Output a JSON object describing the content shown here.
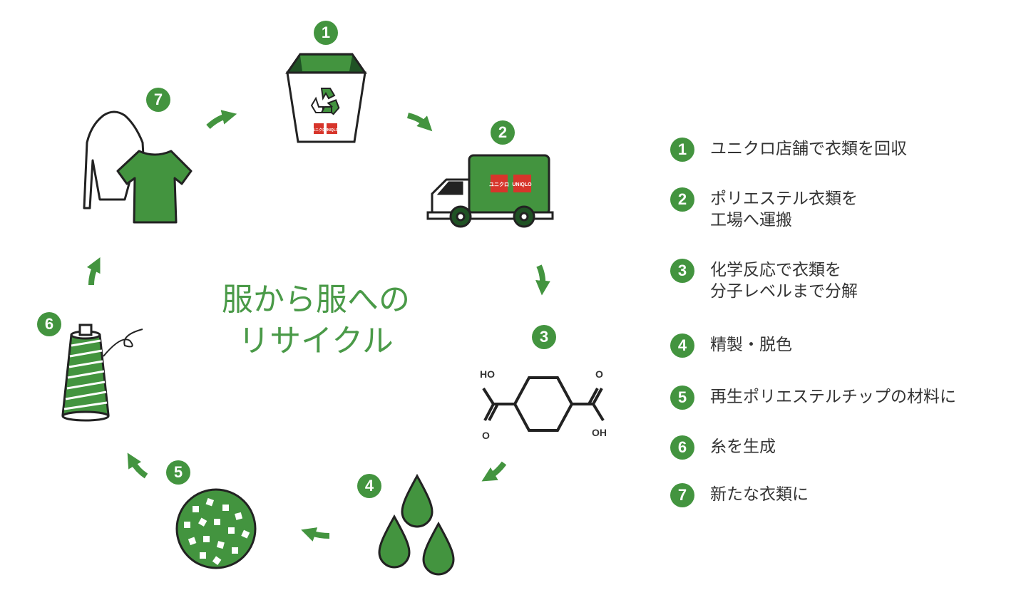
{
  "title": {
    "line1": "服から服への",
    "line2": "リサイクル"
  },
  "badges": [
    "1",
    "2",
    "3",
    "4",
    "5",
    "6",
    "7"
  ],
  "logo": {
    "jp": "ユニクロ",
    "en": "UNIQLO"
  },
  "molecule": {
    "ho": "HO",
    "o_top": "O",
    "o_bottom": "O",
    "oh": "OH"
  },
  "legend": [
    {
      "num": "1",
      "text": "ユニクロ店舗で衣類を回収"
    },
    {
      "num": "2",
      "text": "ポリエステル衣類を\n工場へ運搬"
    },
    {
      "num": "3",
      "text": "化学反応で衣類を\n分子レベルまで分解"
    },
    {
      "num": "4",
      "text": "精製・脱色"
    },
    {
      "num": "5",
      "text": "再生ポリエステルチップの材料に"
    },
    {
      "num": "6",
      "text": "糸を生成"
    },
    {
      "num": "7",
      "text": "新たな衣類に"
    }
  ],
  "colors": {
    "green": "#43943f",
    "dark_green": "#1f5224",
    "red": "#d7352b",
    "outline": "#222222"
  }
}
